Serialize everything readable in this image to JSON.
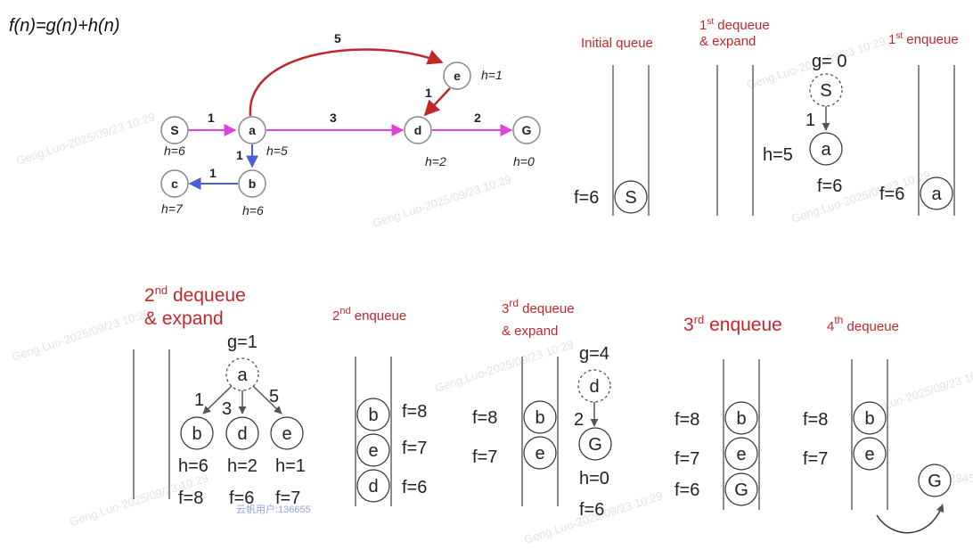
{
  "formula": "f(n)=g(n)+h(n)",
  "colors": {
    "pink": "#dd44dd",
    "blue": "#4a5fd4",
    "red": "#c0282d",
    "gray": "#555555"
  },
  "graph": {
    "nodes": {
      "S": "S",
      "a": "a",
      "b": "b",
      "c": "c",
      "d": "d",
      "e": "e",
      "G": "G"
    },
    "heuristics": {
      "S": "h=6",
      "a": "h=5",
      "b": "h=6",
      "c": "h=7",
      "d": "h=2",
      "e": "h=1",
      "G": "h=0"
    },
    "edges": {
      "S_a": "1",
      "a_b": "1",
      "b_c": "1",
      "a_d": "3",
      "d_G": "2",
      "a_e": "5",
      "e_d": "1"
    }
  },
  "panels": {
    "initial": {
      "title": "Initial queue",
      "f": "f=6",
      "node": "S"
    },
    "dq1": {
      "title_ord": "1",
      "title_sup": "st",
      "title_rest": " dequeue",
      "title_line2": "& expand",
      "g": "g= 0",
      "parent": "S",
      "edge": "1",
      "h": "h=5",
      "child": "a",
      "f": "f=6"
    },
    "enq1": {
      "title_ord": "1",
      "title_sup": "st",
      "title_rest": " enqueue",
      "f": "f=6",
      "node": "a"
    },
    "dq2": {
      "title_ord": "2",
      "title_sup": "nd",
      "title_rest": " dequeue",
      "title_line2": "& expand",
      "g": "g=1",
      "parent": "a",
      "children": [
        {
          "edge": "1",
          "node": "b",
          "h": "h=6",
          "f": "f=8"
        },
        {
          "edge": "3",
          "node": "d",
          "h": "h=2",
          "f": "f=6"
        },
        {
          "edge": "5",
          "node": "e",
          "h": "h=1",
          "f": "f=7"
        }
      ]
    },
    "enq2": {
      "title_ord": "2",
      "title_sup": "nd",
      "title_rest": " enqueue",
      "items": [
        {
          "node": "b",
          "f": "f=8"
        },
        {
          "node": "e",
          "f": "f=7"
        },
        {
          "node": "d",
          "f": "f=6"
        }
      ]
    },
    "dq3": {
      "title_ord": "3",
      "title_sup": "rd",
      "title_rest": " dequeue",
      "title_line2": "& expand",
      "items": [
        {
          "node": "b",
          "f": "f=8"
        },
        {
          "node": "e",
          "f": "f=7"
        }
      ],
      "g": "g=4",
      "parent": "d",
      "edge": "2",
      "child": "G",
      "h": "h=0",
      "f": "f=6"
    },
    "enq3": {
      "title_ord": "3",
      "title_sup": "rd",
      "title_rest": " enqueue",
      "items": [
        {
          "node": "b",
          "f": "f=8"
        },
        {
          "node": "e",
          "f": "f=7"
        },
        {
          "node": "G",
          "f": "f=6"
        }
      ]
    },
    "dq4": {
      "title_ord": "4",
      "title_sup": "th",
      "title_rest": " dequeue",
      "items": [
        {
          "node": "b",
          "f": "f=8"
        },
        {
          "node": "e",
          "f": "f=7"
        }
      ],
      "out": "G"
    }
  },
  "watermark": {
    "text": "Geng.Luo-2025/09/23 10:29",
    "user": "云帆用户:136655",
    "corner": "2345"
  }
}
